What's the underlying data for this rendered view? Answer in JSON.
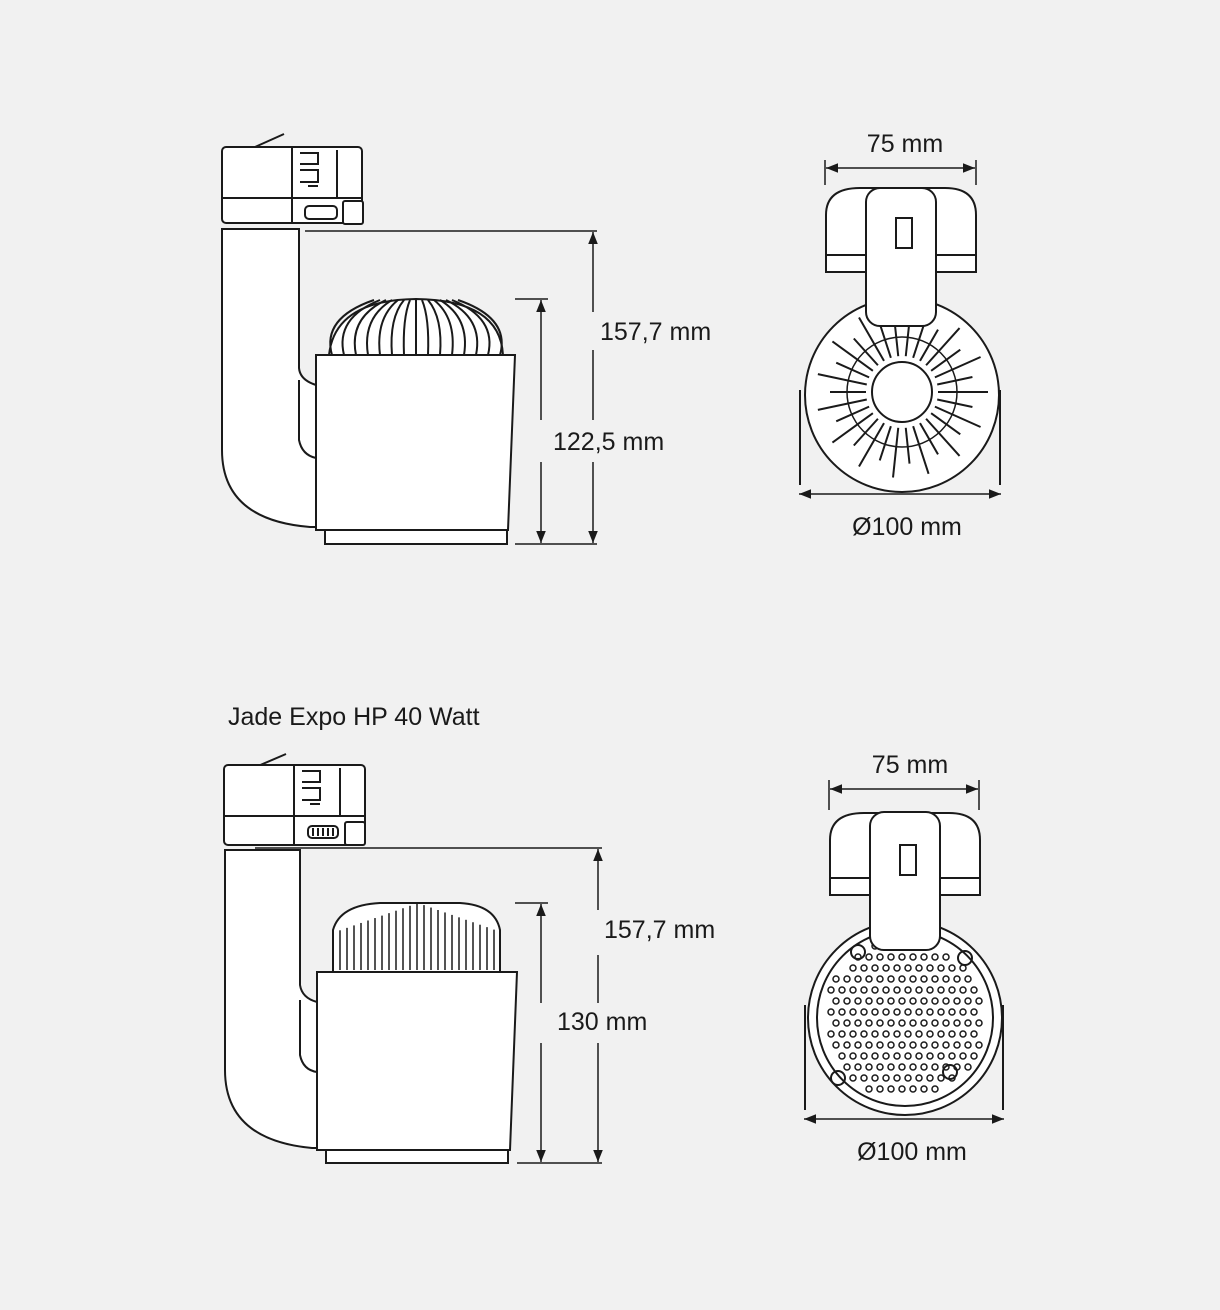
{
  "drawing_top": {
    "width_label": "75 mm",
    "total_height_label": "157,7 mm",
    "body_height_label": "122,5 mm",
    "diameter_label": "Ø100 mm"
  },
  "drawing_bottom": {
    "title": "Jade Expo HP 40 Watt",
    "width_label": "75 mm",
    "total_height_label": "157,7 mm",
    "body_height_label": "130 mm",
    "diameter_label": "Ø100 mm"
  },
  "colors": {
    "background": "#f1f1f1",
    "line": "#1a1a1a",
    "fill": "#ffffff"
  }
}
